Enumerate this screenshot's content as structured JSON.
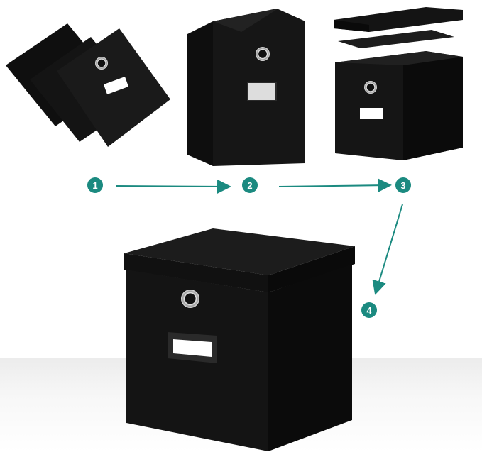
{
  "colors": {
    "accent": "#1b8a80",
    "box": "#151515",
    "box_side": "#0c0c0c",
    "box_top": "#1d1d1d",
    "label_slot": "#ffffff",
    "grommet": "#c8c8c8",
    "floor": "#ececec"
  },
  "steps": [
    {
      "number": "1"
    },
    {
      "number": "2"
    },
    {
      "number": "3"
    },
    {
      "number": "4"
    }
  ],
  "stages": [
    {
      "name": "folded-panels"
    },
    {
      "name": "unfolded-frame"
    },
    {
      "name": "assembled-box-with-lid"
    },
    {
      "name": "finished-box"
    }
  ],
  "icons": [
    "arrow-right-icon",
    "arrow-down-left-icon"
  ]
}
